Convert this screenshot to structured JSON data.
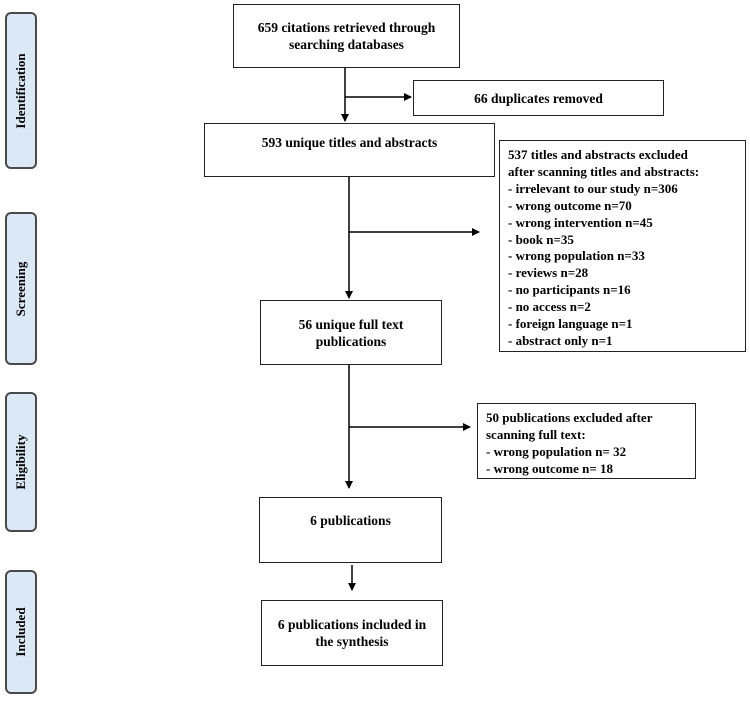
{
  "phases": {
    "identification": "Identification",
    "screening": "Screening",
    "eligibility": "Eligibility",
    "included": "Included"
  },
  "boxes": {
    "retrieved": "659 citations retrieved through searching databases",
    "duplicates": "66 duplicates removed",
    "unique_titles": "593 unique titles and abstracts",
    "excluded_titles": {
      "heading_1": "537 titles and abstracts excluded",
      "heading_2": "after scanning titles and abstracts:",
      "items": [
        "- irrelevant to our study n=306",
        "- wrong outcome n=70",
        "- wrong intervention n=45",
        "- book n=35",
        "- wrong population n=33",
        "- reviews n=28",
        "- no participants n=16",
        "- no access n=2",
        "- foreign language n=1",
        "- abstract only n=1"
      ]
    },
    "full_text": "56 unique full text publications",
    "excluded_full": {
      "heading_1": "50 publications excluded after",
      "heading_2": "scanning full text:",
      "items": [
        "- wrong population n= 32",
        "- wrong outcome n= 18"
      ]
    },
    "six_pubs": "6 publications",
    "included": "6 publications included in the synthesis"
  }
}
